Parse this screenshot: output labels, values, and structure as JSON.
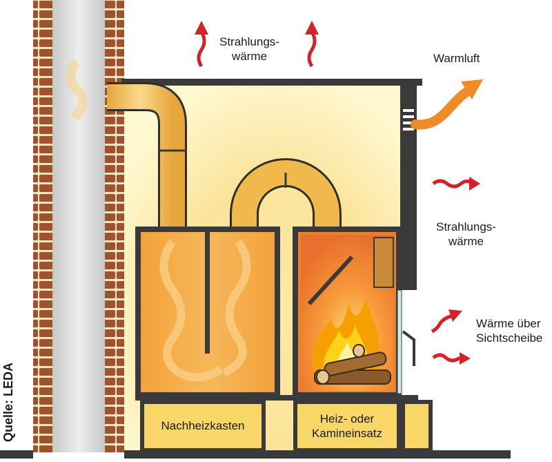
{
  "labels": {
    "radiant_top": [
      "Strahlungs-",
      "wärme"
    ],
    "warm_air": "Warmluft",
    "radiant_side": [
      "Strahlungs-",
      "wärme"
    ],
    "window_heat": [
      "Wärme über",
      "Sichtscheibe"
    ],
    "reheating_box": "Nachheizkasten",
    "firebox": [
      "Heiz- oder",
      "Kamineinsatz"
    ]
  },
  "source": "Quelle: LEDA",
  "colors": {
    "brick": "#a0522d",
    "mortar": "#f3e3c4",
    "steel": "#3a3a3a",
    "warm_fill": "#f7c85a",
    "pipe": "#f1b94c",
    "flame": "#f5a000",
    "radiant_arrow": "#d3232a",
    "warm_air_arrow": "#f08a24"
  },
  "icons": [
    "radiant-heat-arrow",
    "warm-air-arrow",
    "flame",
    "firewood",
    "exhaust-pipe"
  ]
}
